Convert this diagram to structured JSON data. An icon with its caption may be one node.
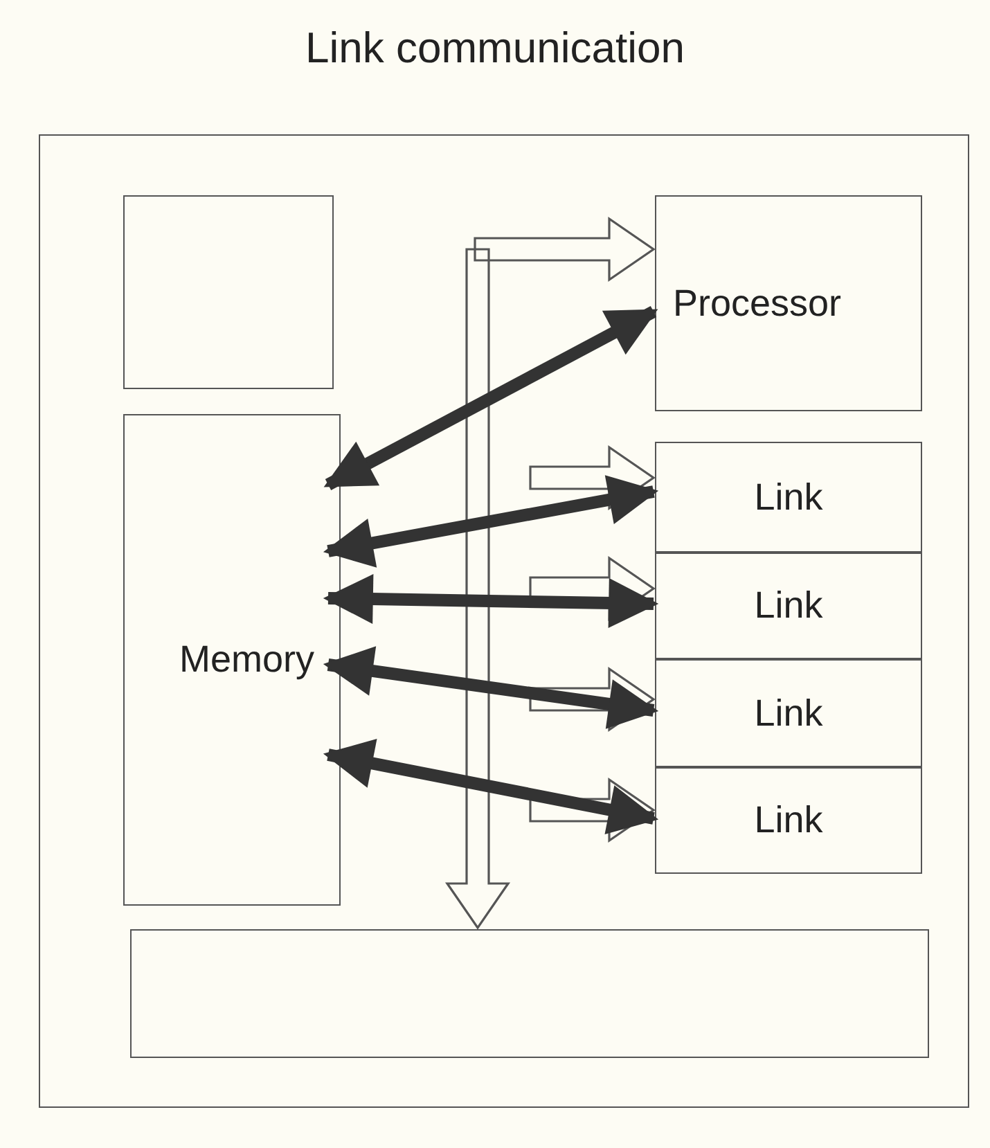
{
  "diagram": {
    "title": "Link communication",
    "nodes": [
      {
        "text": [],
        "shape": "box"
      },
      {
        "text": [],
        "shape": "box",
        "in": 0
      },
      {
        "text": [
          "Memory"
        ],
        "in": 0
      },
      {
        "text": [
          "Processor"
        ],
        "in": 0
      },
      {
        "text": [
          "Link"
        ],
        "in": 0
      },
      {
        "text": [
          "Link"
        ],
        "in": 0
      },
      {
        "text": [
          "Link"
        ],
        "in": 0
      },
      {
        "text": [
          "Link"
        ],
        "in": 0
      },
      {
        "text": [],
        "shape": "box",
        "in": 0
      }
    ],
    "edges": [
      {
        "from": 2,
        "to": 3,
        "arrow": "both"
      },
      {
        "from": 2,
        "to": 4,
        "arrow": "both"
      },
      {
        "from": 2,
        "to": 5,
        "arrow": "both"
      },
      {
        "from": 2,
        "to": 6,
        "arrow": "both"
      },
      {
        "from": 2,
        "to": 7,
        "arrow": "both"
      },
      {
        "from": null,
        "to": 3,
        "arrow": "to"
      },
      {
        "from": null,
        "to": 4,
        "arrow": "to"
      },
      {
        "from": null,
        "to": 5,
        "arrow": "to"
      },
      {
        "from": null,
        "to": 6,
        "arrow": "to"
      },
      {
        "from": null,
        "to": 7,
        "arrow": "to"
      },
      {
        "from": null,
        "to": 8,
        "arrow": "to"
      }
    ]
  }
}
